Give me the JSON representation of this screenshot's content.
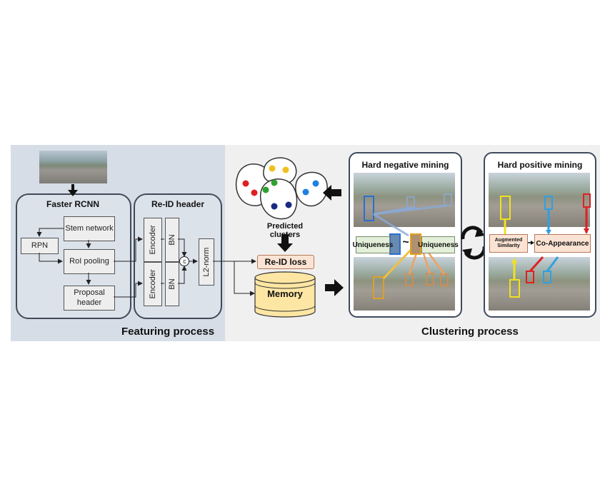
{
  "featuring": {
    "label": "Featuring process",
    "faster_rcnn": {
      "title": "Faster RCNN",
      "stem": "Stem network",
      "rpn": "RPN",
      "roi": "RoI pooling",
      "proposal": "Proposal header"
    },
    "reid_header": {
      "title": "Re-ID header",
      "encoder_top": "Encoder",
      "encoder_bottom": "Encoder",
      "bn_top": "BN",
      "bn_bottom": "BN",
      "concat": "c",
      "l2": "L2-norm"
    },
    "reid_loss": "Re-ID loss",
    "memory": "Memory"
  },
  "clusters": {
    "label": "Predicted clusters",
    "colors": [
      "#e02020",
      "#f0c020",
      "#30a030",
      "#2080e0",
      "#1a2a80"
    ]
  },
  "clustering": {
    "label": "Clustering process",
    "hard_negative": {
      "title": "Hard negative mining",
      "uniqueness_left": "Uniqueness",
      "tilde": "~",
      "uniqueness_right": "Uniqueness"
    },
    "hard_positive": {
      "title": "Hard positive mining",
      "augmented": "Augmented Similarity",
      "coappearance": "Co-Appearance"
    }
  }
}
